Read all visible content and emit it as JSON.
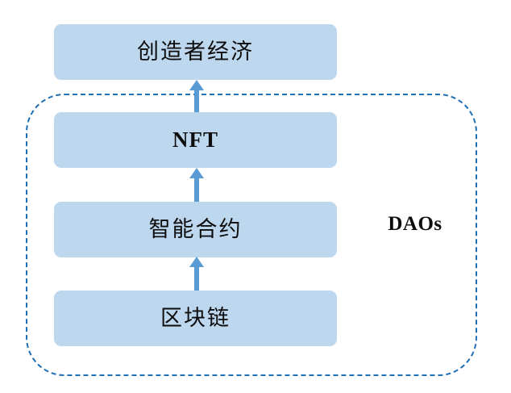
{
  "diagram": {
    "title_text_present": false,
    "group": {
      "label": "DAOs",
      "border_color": "#1f6fb4",
      "border_style": "dashed"
    },
    "boxes": [
      {
        "id": "creator-economy",
        "label": "创造者经济",
        "script": "cjk",
        "fill": "#bdd7ee"
      },
      {
        "id": "nft",
        "label": "NFT",
        "script": "latin",
        "fill": "#bdd7ee"
      },
      {
        "id": "smart-contract",
        "label": "智能合约",
        "script": "cjk",
        "fill": "#bdd7ee"
      },
      {
        "id": "blockchain",
        "label": "区块链",
        "script": "cjk",
        "fill": "#bdd7ee"
      }
    ],
    "arrows": [
      {
        "id": "arrow-blockchain-to-contract",
        "from": "blockchain",
        "to": "smart-contract",
        "direction": "up",
        "color": "#5b9bd5"
      },
      {
        "id": "arrow-contract-to-nft",
        "from": "smart-contract",
        "to": "nft",
        "direction": "up",
        "color": "#5b9bd5"
      },
      {
        "id": "arrow-nft-to-creator",
        "from": "nft",
        "to": "creator-economy",
        "direction": "up",
        "color": "#5b9bd5"
      }
    ],
    "colors": {
      "box_fill": "#bdd7ee",
      "arrow": "#5b9bd5",
      "group_border": "#1f6fb4",
      "text": "#0d0d0d",
      "background": "#ffffff"
    }
  }
}
